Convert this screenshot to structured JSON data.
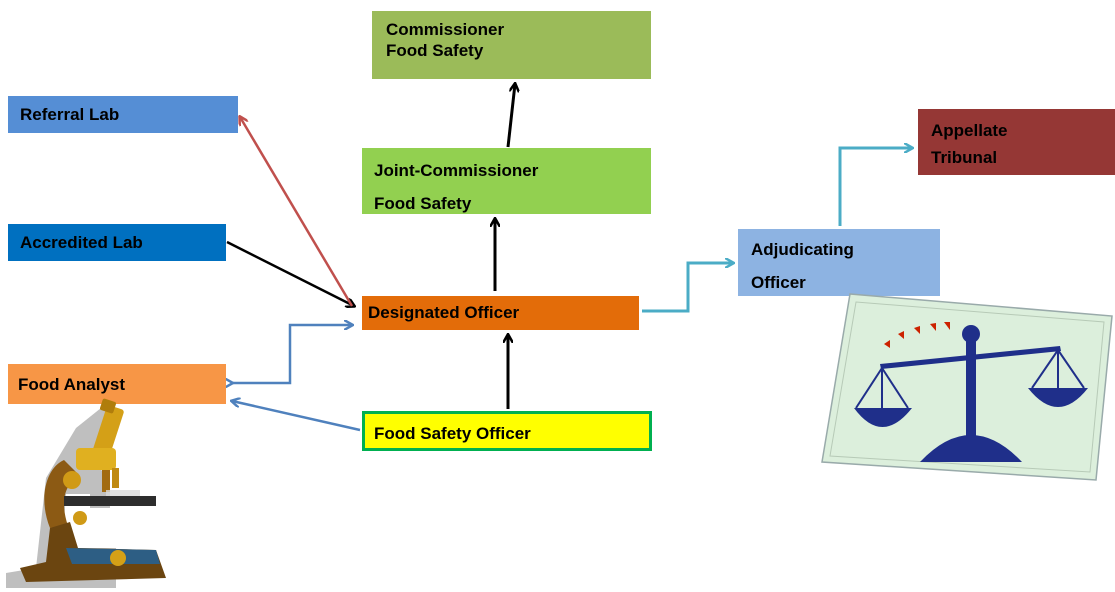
{
  "nodes": {
    "commissioner": {
      "line1": "Commissioner",
      "line2": "Food Safety"
    },
    "joint_commissioner": {
      "line1": "Joint-Commissioner",
      "line2": "Food Safety"
    },
    "referral_lab": {
      "label": "Referral Lab"
    },
    "accredited_lab": {
      "label": "Accredited Lab"
    },
    "designated_officer": {
      "label": "Designated Officer"
    },
    "food_analyst": {
      "label": "Food Analyst"
    },
    "food_safety_officer": {
      "label": "Food Safety Officer"
    },
    "adjudicating_officer": {
      "line1": "Adjudicating",
      "line2": "Officer"
    },
    "appellate_tribunal": {
      "line1": "Appellate",
      "line2": "Tribunal"
    }
  },
  "colors": {
    "commissioner": "#9bbb59",
    "joint_commissioner": "#92d050",
    "referral_lab": "#558ed5",
    "accredited_lab": "#0070c0",
    "designated_officer": "#e36c09",
    "food_analyst": "#f79646",
    "food_safety_officer": "#ffff00",
    "food_safety_officer_border": "#00b050",
    "adjudicating_officer": "#8db3e2",
    "appellate_tribunal": "#953735",
    "arrow_black": "#000000",
    "arrow_red": "#c0504d",
    "arrow_blue": "#4f81bd",
    "arrow_teal": "#4bacc6"
  },
  "icons": {
    "microscope": "microscope-icon",
    "scales": "scales-of-justice-icon"
  }
}
